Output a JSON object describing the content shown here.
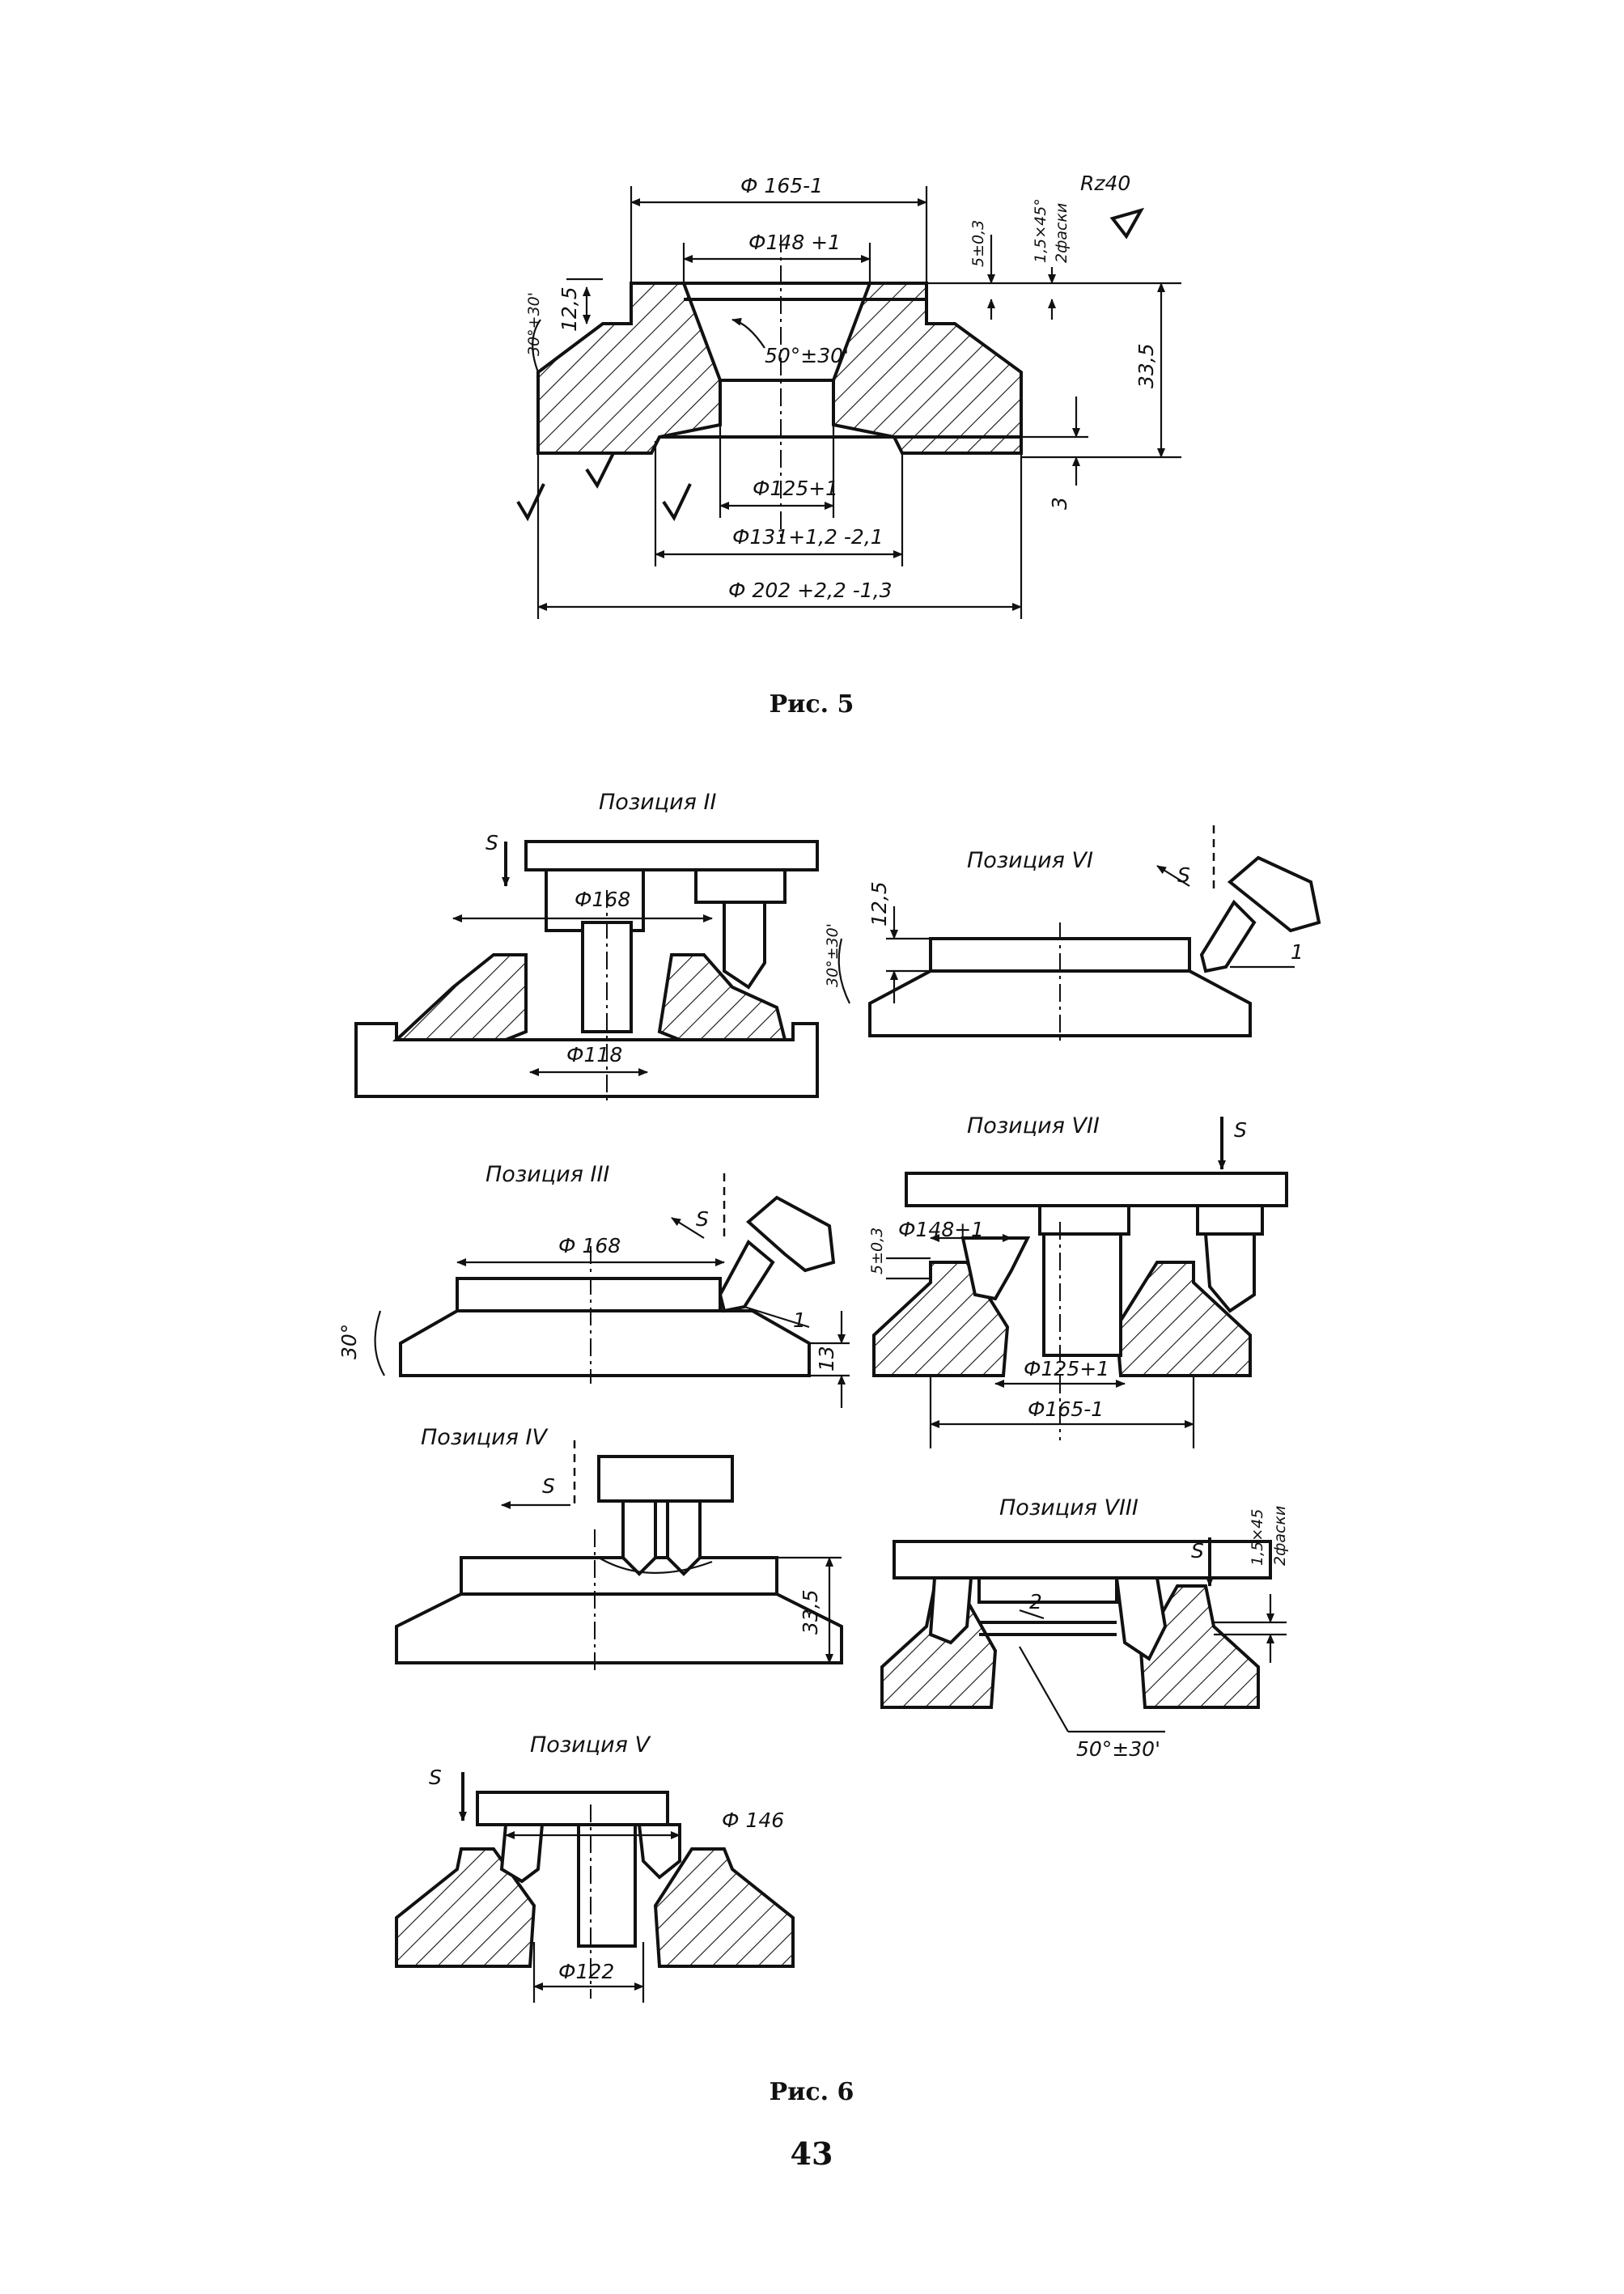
{
  "fig5": {
    "caption": "Рис. 5",
    "dims": {
      "d165": "Ф 165-1",
      "d148": "Ф148 +1",
      "angle50": "50°±30'",
      "d125": "Ф125+1",
      "d131": "Ф131+1,2 -2,1",
      "d202": "Ф 202 +2,2 -1,3",
      "h12_5": "12,5",
      "angle30": "30°+30'",
      "h5": "5±0,3",
      "chamfer": "1,5×45°",
      "chamfer_note": "2фаски",
      "roughness": "Rz40",
      "h33_5": "33,5",
      "h3": "3"
    }
  },
  "fig6": {
    "caption": "Рис. 6",
    "feed": "S",
    "positions": {
      "p2": {
        "title": "Позиция II",
        "d168": "Ф168",
        "d118": "Ф118"
      },
      "p3": {
        "title": "Позиция III",
        "d168": "Ф 168",
        "angle30": "30°",
        "h13": "13",
        "tool": "1"
      },
      "p4": {
        "title": "Позиция IV",
        "h33_5": "33,5"
      },
      "p5": {
        "title": "Позиция V",
        "d146": "Ф 146",
        "d122": "Ф122"
      },
      "p6": {
        "title": "Позиция VI",
        "h12_5": "12,5",
        "angle": "30°±30'",
        "tool": "1"
      },
      "p7": {
        "title": "Позиция VII",
        "h5": "5±0,3",
        "d148": "Ф148+1",
        "d125": "Ф125+1",
        "d165": "Ф165-1"
      },
      "p8": {
        "title": "Позиция VIII",
        "chamfer": "1,5×45",
        "chamfer_note": "2фаски",
        "tool": "2",
        "angle50": "50°±30'"
      }
    }
  },
  "page_number": "43"
}
